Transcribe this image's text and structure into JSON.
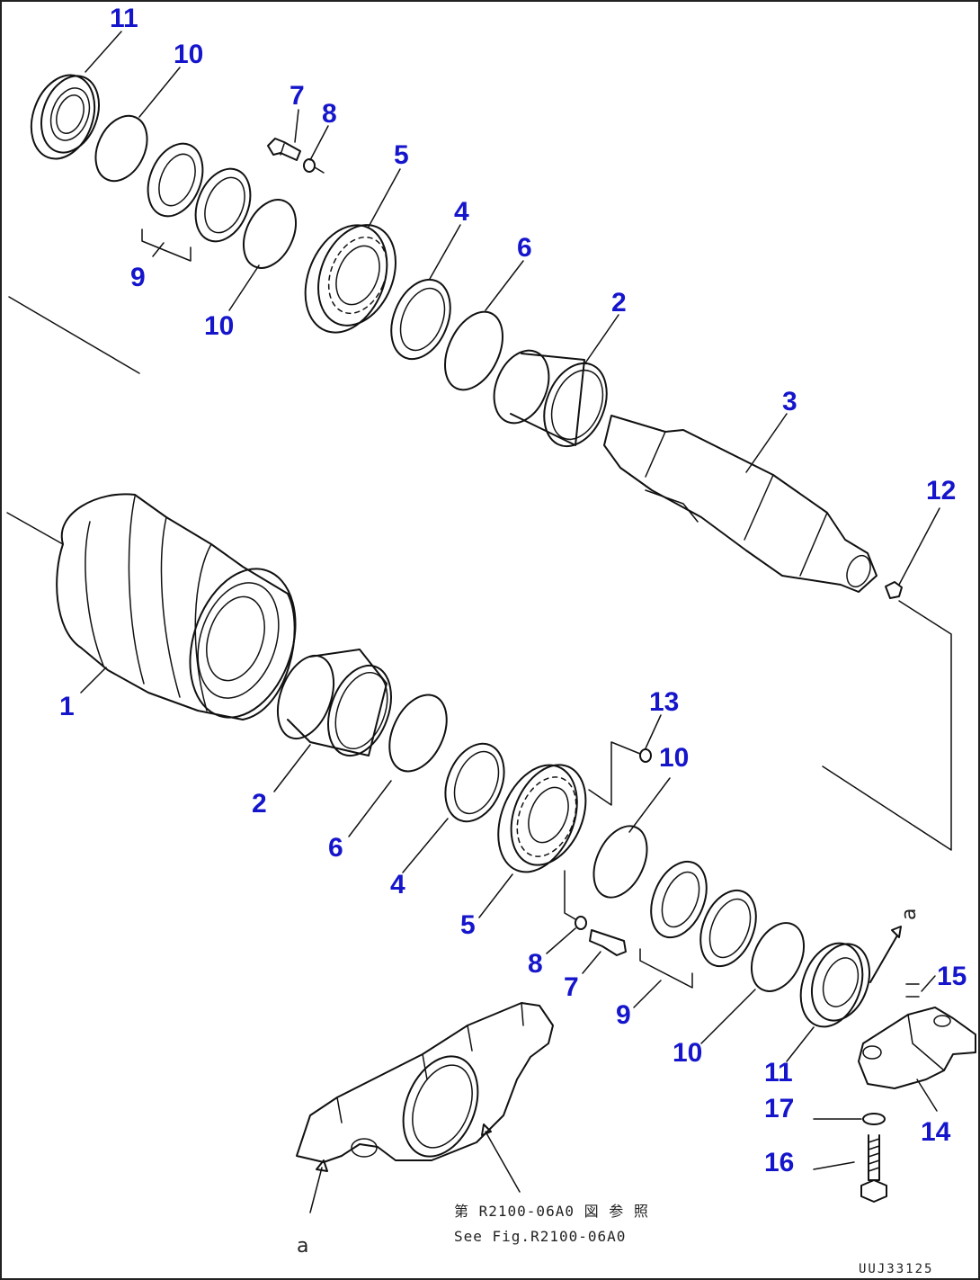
{
  "callouts": [
    {
      "id": "c11a",
      "label": "11"
    },
    {
      "id": "c10a",
      "label": "10"
    },
    {
      "id": "c7a",
      "label": "7"
    },
    {
      "id": "c8a",
      "label": "8"
    },
    {
      "id": "c5a",
      "label": "5"
    },
    {
      "id": "c9a",
      "label": "9"
    },
    {
      "id": "c10b",
      "label": "10"
    },
    {
      "id": "c4a",
      "label": "4"
    },
    {
      "id": "c6a",
      "label": "6"
    },
    {
      "id": "c2a",
      "label": "2"
    },
    {
      "id": "c3",
      "label": "3"
    },
    {
      "id": "c12",
      "label": "12"
    },
    {
      "id": "c1",
      "label": "1"
    },
    {
      "id": "c13",
      "label": "13"
    },
    {
      "id": "c10c",
      "label": "10"
    },
    {
      "id": "c2b",
      "label": "2"
    },
    {
      "id": "c6b",
      "label": "6"
    },
    {
      "id": "c4b",
      "label": "4"
    },
    {
      "id": "c5b",
      "label": "5"
    },
    {
      "id": "c8b",
      "label": "8"
    },
    {
      "id": "c7b",
      "label": "7"
    },
    {
      "id": "c9b",
      "label": "9"
    },
    {
      "id": "c10d",
      "label": "10"
    },
    {
      "id": "c11b",
      "label": "11"
    },
    {
      "id": "c15",
      "label": "15"
    },
    {
      "id": "c14",
      "label": "14"
    },
    {
      "id": "c17",
      "label": "17"
    },
    {
      "id": "c16",
      "label": "16"
    }
  ],
  "reference_note": {
    "line1": "第 R2100-06A0 図 参 照",
    "line2": "See Fig.R2100-06A0"
  },
  "marker_a_bottom": "a",
  "marker_a_top": "a",
  "drawing_code": "UUJ33125",
  "colors": {
    "callout": "#1515cc",
    "line": "#111111",
    "background": "#ffffff"
  }
}
